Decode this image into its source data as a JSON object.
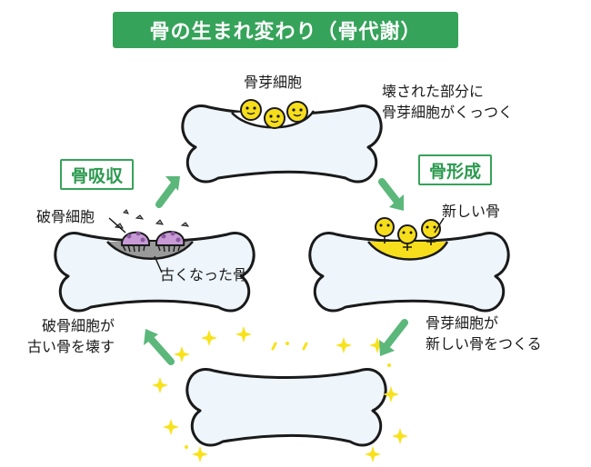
{
  "title": "骨の生まれ変わり（骨代謝）",
  "phases": {
    "resorption": "骨吸収",
    "formation": "骨形成"
  },
  "labels": {
    "osteoblast_top": "骨芽細胞",
    "osteoblast_attach_line1": "壊された部分に",
    "osteoblast_attach_line2": "骨芽細胞がくっつく",
    "osteoclast": "破骨細胞",
    "old_bone": "古くなった骨",
    "new_bone": "新しい骨",
    "osteoclast_break_line1": "破骨細胞が",
    "osteoclast_break_line2": "古い骨を壊す",
    "osteoblast_make_line1": "骨芽細胞が",
    "osteoblast_make_line2": "新しい骨をつくる"
  },
  "colors": {
    "accent_green": "#36a35a",
    "arrow_green": "#5bb77a",
    "bone_fill": "#eef5fb",
    "bone_outline": "#1a1a1a",
    "osteoblast_yellow": "#f7de1c",
    "osteoclast_purple": "#c89ad6",
    "old_bone_gray": "#9a9a9a",
    "sparkle_yellow": "#f7e21c"
  },
  "icons": [
    "bone-icon",
    "osteoblast-cell-icon",
    "osteoclast-cell-icon",
    "sparkle-icon",
    "arrow-icon"
  ]
}
